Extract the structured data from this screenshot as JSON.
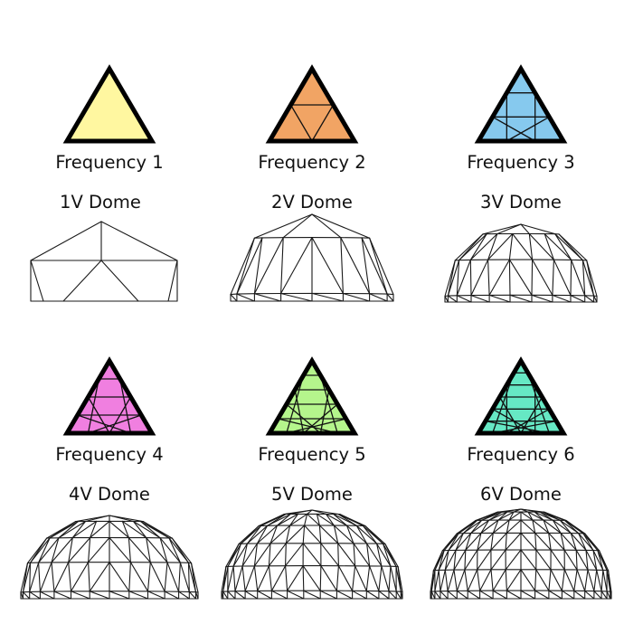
{
  "panels": [
    {
      "id": "f1",
      "frequency_label": "Frequency 1",
      "dome_label": "1V Dome",
      "frequency": 1,
      "color": "#fff7a0"
    },
    {
      "id": "f2",
      "frequency_label": "Frequency 2",
      "dome_label": "2V Dome",
      "frequency": 2,
      "color": "#f1a464"
    },
    {
      "id": "f3",
      "frequency_label": "Frequency 3",
      "dome_label": "3V Dome",
      "frequency": 3,
      "color": "#86c9ee"
    },
    {
      "id": "f4",
      "frequency_label": "Frequency 4",
      "dome_label": "4V Dome",
      "frequency": 4,
      "color": "#f07fe0"
    },
    {
      "id": "f5",
      "frequency_label": "Frequency 5",
      "dome_label": "5V Dome",
      "frequency": 5,
      "color": "#b5f58c"
    },
    {
      "id": "f6",
      "frequency_label": "Frequency 6",
      "dome_label": "6V Dome",
      "frequency": 6,
      "color": "#66e8c4"
    }
  ]
}
